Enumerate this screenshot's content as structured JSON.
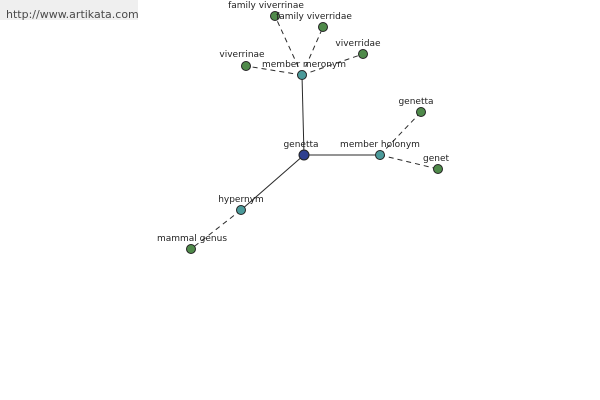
{
  "site": {
    "url_text": "http://www.artikata.com"
  },
  "colors": {
    "center": "#2e3f8f",
    "relation": "#4b9a9a",
    "term": "#4f8a4a"
  },
  "graph": {
    "nodes": [
      {
        "id": "genetta-center",
        "label": "genetta",
        "kind": "center"
      },
      {
        "id": "member-meronym",
        "label": "member meronym",
        "kind": "relation"
      },
      {
        "id": "member-holonym",
        "label": "member holonym",
        "kind": "relation"
      },
      {
        "id": "hypernym",
        "label": "hypernym",
        "kind": "relation"
      },
      {
        "id": "family-viverrinae",
        "label": "family viverrinae",
        "kind": "term"
      },
      {
        "id": "family-viverridae",
        "label": "family viverridae",
        "kind": "term"
      },
      {
        "id": "viverrinae",
        "label": "viverrinae",
        "kind": "term"
      },
      {
        "id": "viverridae",
        "label": "viverridae",
        "kind": "term"
      },
      {
        "id": "genetta-term",
        "label": "genetta",
        "kind": "term"
      },
      {
        "id": "genet",
        "label": "genet",
        "kind": "term"
      },
      {
        "id": "mammal-genus",
        "label": "mammal genus",
        "kind": "term"
      }
    ],
    "edges": [
      {
        "from": "genetta-center",
        "to": "member-meronym",
        "style": "solid"
      },
      {
        "from": "genetta-center",
        "to": "member-holonym",
        "style": "solid"
      },
      {
        "from": "genetta-center",
        "to": "hypernym",
        "style": "solid"
      },
      {
        "from": "member-meronym",
        "to": "family-viverrinae",
        "style": "dashed"
      },
      {
        "from": "member-meronym",
        "to": "family-viverridae",
        "style": "dashed"
      },
      {
        "from": "member-meronym",
        "to": "viverrinae",
        "style": "dashed"
      },
      {
        "from": "member-meronym",
        "to": "viverridae",
        "style": "dashed"
      },
      {
        "from": "member-holonym",
        "to": "genetta-term",
        "style": "dashed"
      },
      {
        "from": "member-holonym",
        "to": "genet",
        "style": "dashed"
      },
      {
        "from": "hypernym",
        "to": "mammal-genus",
        "style": "dashed"
      }
    ]
  }
}
